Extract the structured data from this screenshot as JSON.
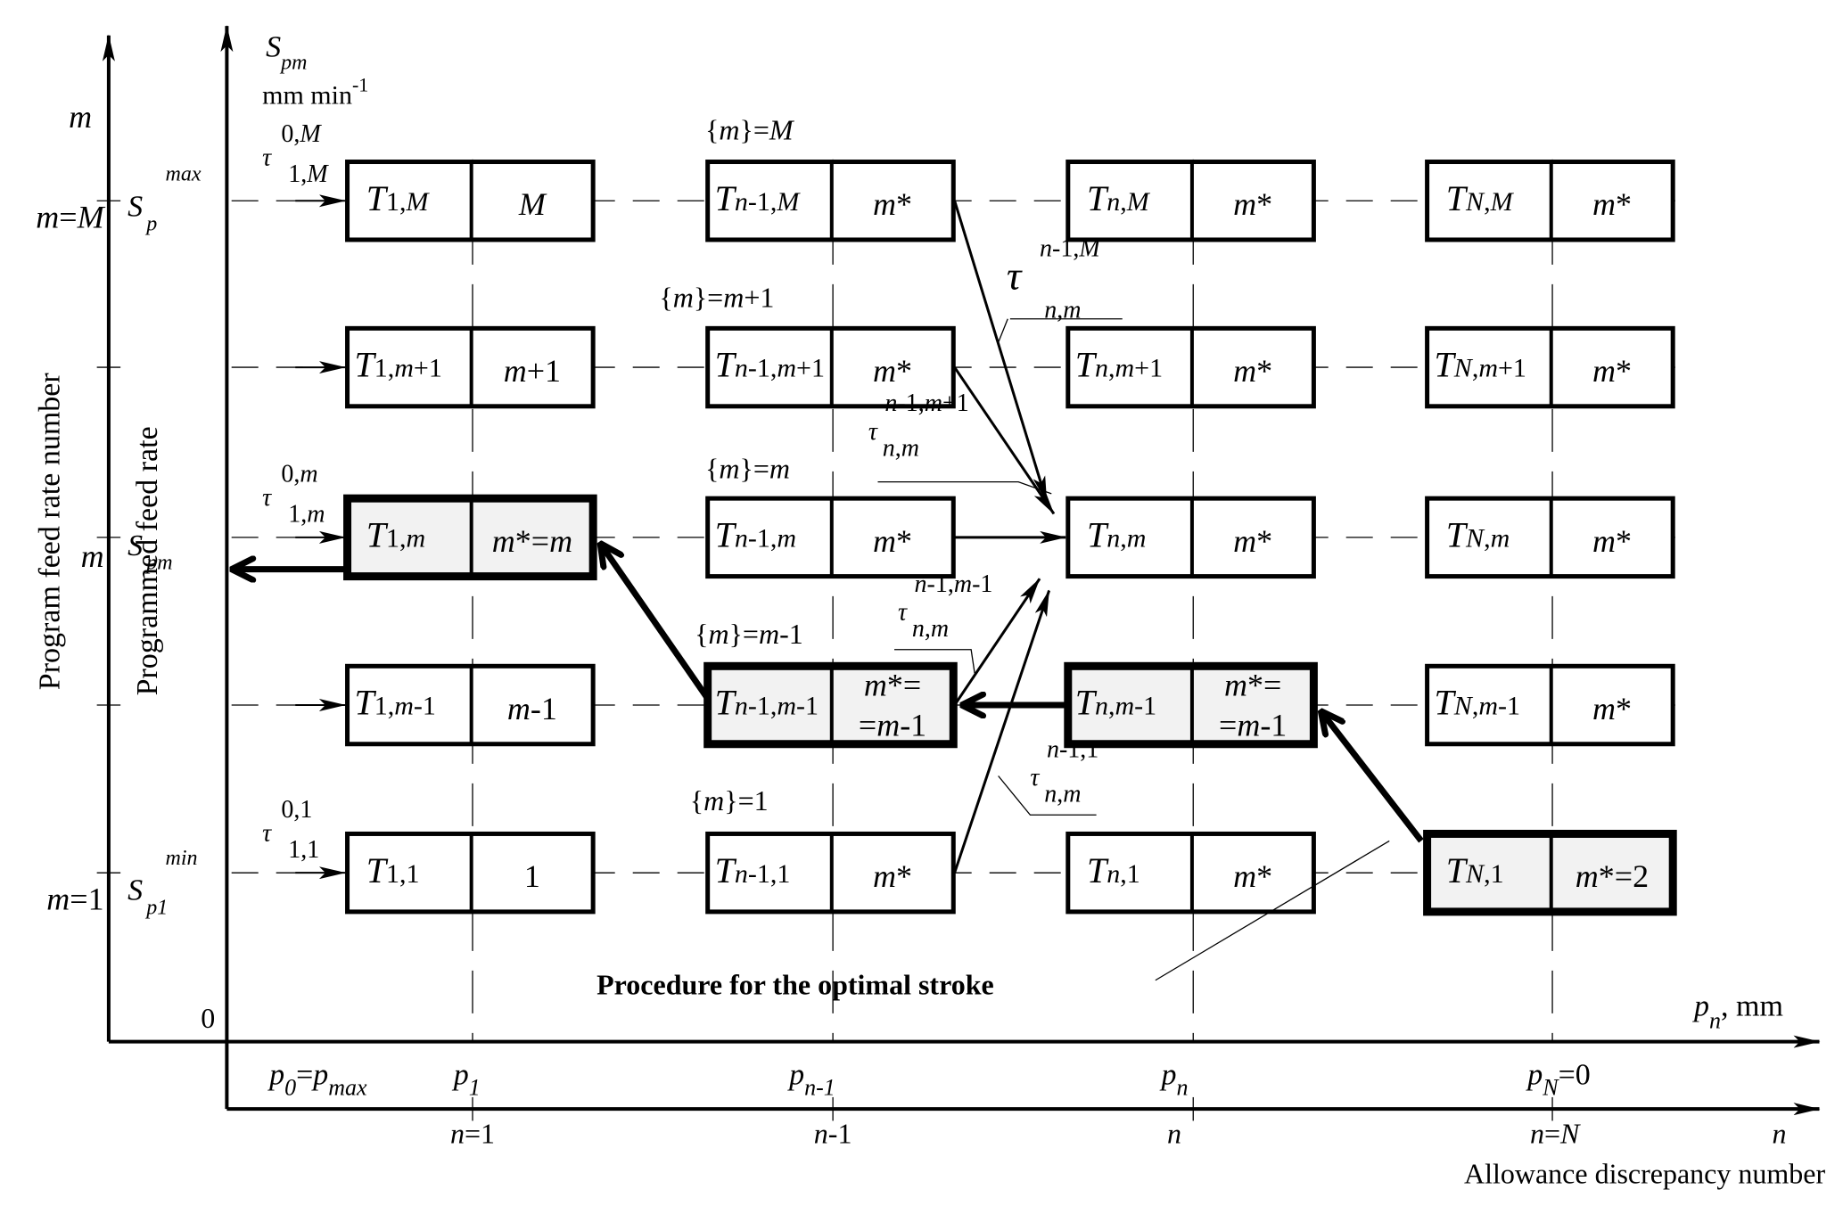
{
  "axes": {
    "left_axis_label": "m",
    "left_axis_title": "Program feed rate number",
    "left_ticks": [
      "m=M",
      "m",
      "m=1"
    ],
    "inner_axis_label_main": "S",
    "inner_axis_label_sub": "pm",
    "inner_axis_unit": "mm min",
    "inner_axis_unit_sup": "-1",
    "inner_axis_title": "Programmed feed rate",
    "inner_ticks": [
      {
        "main": "S",
        "sub": "p",
        "sup": "max"
      },
      {
        "main": "S",
        "sub": "pm",
        "sup": ""
      },
      {
        "main": "S",
        "sub": "p1",
        "sup": "min"
      }
    ],
    "origin_label": "0",
    "p_axis_label_main": "p",
    "p_axis_label_sub": "n",
    "p_axis_unit": ", mm",
    "p_ticks": [
      {
        "main": "p",
        "sub": "0",
        "suffix": "=p",
        "suffix_sub": "max"
      },
      {
        "main": "p",
        "sub": "1",
        "suffix": "",
        "suffix_sub": ""
      },
      {
        "main": "p",
        "sub": "n-1",
        "suffix": "",
        "suffix_sub": ""
      },
      {
        "main": "p",
        "sub": "n",
        "suffix": "",
        "suffix_sub": ""
      },
      {
        "main": "p",
        "sub": "N",
        "suffix": "=0",
        "suffix_sub": ""
      }
    ],
    "n_axis_label": "n",
    "n_ticks": [
      "n=1",
      "n-1",
      "n",
      "n=N"
    ],
    "n_axis_title": "Allowance discrepancy number"
  },
  "row_labels": [
    "M",
    "m+1",
    "m",
    "m-1",
    "1"
  ],
  "set_labels": [
    "{m}=M",
    "{m}=m+1",
    "{m}=m",
    "{m}=m-1",
    "{m}=1"
  ],
  "columns": [
    {
      "name": "col-1",
      "cells": [
        {
          "t_sub": "1,M",
          "value": "M",
          "highlight": false
        },
        {
          "t_sub": "1,m+1",
          "value": "m+1",
          "highlight": false
        },
        {
          "t_sub": "1,m",
          "value": "m*=m",
          "highlight": true
        },
        {
          "t_sub": "1,m-1",
          "value": "m-1",
          "highlight": false
        },
        {
          "t_sub": "1,1",
          "value": "1",
          "highlight": false
        }
      ]
    },
    {
      "name": "col-n-1",
      "cells": [
        {
          "t_sub": "n-1,M",
          "value": "m*",
          "highlight": false
        },
        {
          "t_sub": "n-1,m+1",
          "value": "m*",
          "highlight": false
        },
        {
          "t_sub": "n-1,m",
          "value": "m*",
          "highlight": false
        },
        {
          "t_sub": "n-1,m-1",
          "value": "m*=\n=m-1",
          "highlight": true
        },
        {
          "t_sub": "n-1,1",
          "value": "m*",
          "highlight": false
        }
      ]
    },
    {
      "name": "col-n",
      "cells": [
        {
          "t_sub": "n,M",
          "value": "m*",
          "highlight": false
        },
        {
          "t_sub": "n,m+1",
          "value": "m*",
          "highlight": false
        },
        {
          "t_sub": "n,m",
          "value": "m*",
          "highlight": false
        },
        {
          "t_sub": "n,m-1",
          "value": "m*=\n=m-1",
          "highlight": true
        },
        {
          "t_sub": "n,1",
          "value": "m*",
          "highlight": false
        }
      ]
    },
    {
      "name": "col-N",
      "cells": [
        {
          "t_sub": "N,M",
          "value": "m*",
          "highlight": false
        },
        {
          "t_sub": "N,m+1",
          "value": "m*",
          "highlight": false
        },
        {
          "t_sub": "N,m",
          "value": "m*",
          "highlight": false
        },
        {
          "t_sub": "N,m-1",
          "value": "m*",
          "highlight": false
        },
        {
          "t_sub": "N,1",
          "value": "m*=2",
          "highlight": true
        }
      ]
    }
  ],
  "tau_inputs": [
    {
      "sup": "0,M",
      "sub": "1,M"
    },
    {
      "sup": "0,m",
      "sub": "1,m"
    },
    {
      "sup": "0,1",
      "sub": "1,1"
    }
  ],
  "tau_transitions": [
    {
      "sup": "n-1,M",
      "sub": "n,m"
    },
    {
      "sup": "n-1,m+1",
      "sub": "n,m"
    },
    {
      "sup": "n-1,m-1",
      "sub": "n,m"
    },
    {
      "sup": "n-1,1",
      "sub": "n,m"
    }
  ],
  "annotation": "Procedure for the optimal stroke",
  "colors": {
    "line": "#000000",
    "highlight_fill": "#f2f2f2",
    "background": "#ffffff"
  }
}
